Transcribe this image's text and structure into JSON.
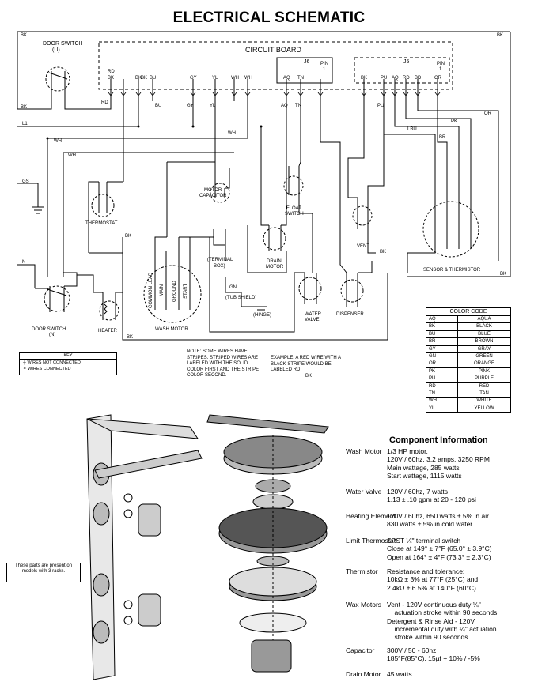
{
  "title": "ELECTRICAL SCHEMATIC",
  "schematic": {
    "circuit_board": "CIRCUIT BOARD",
    "connectors": {
      "j6": "J6",
      "j5": "J5",
      "pin": "PIN",
      "pin_num": "1"
    },
    "board_pins_left": [
      "RD",
      "BK",
      "BK",
      "BK",
      "BU"
    ],
    "board_pins_mid": [
      "GY",
      "YL",
      "WH",
      "WH"
    ],
    "board_pins_j6": [
      "AQ",
      "TN",
      "PIN 1"
    ],
    "board_pins_j5": [
      "BK",
      "PU",
      "AQ",
      "RD",
      "BD",
      "OR"
    ],
    "components": {
      "door_switch_u": "DOOR SWITCH",
      "door_switch_u_sub": "(U)",
      "door_switch_n": "DOOR SWITCH",
      "door_switch_n_sub": "(N)",
      "thermostat": "THERMOSTAT",
      "motor_capacitor": "MOTOR",
      "motor_capacitor_2": "CAPACITOR",
      "float_switch": "FLOAT",
      "float_switch_2": "SWITCH",
      "vent": "VENT",
      "sensor_thermistor": "SENSOR & THERMISTOR",
      "drain_motor": "DRAIN",
      "drain_motor_2": "MOTOR",
      "terminal_box": "(TERMINAL",
      "terminal_box_2": "BOX)",
      "tub_shield": "(TUB SHIELD)",
      "hinge": "(HINGE)",
      "wash_motor": "WASH MOTOR",
      "heater": "HEATER",
      "water_valve": "WATER",
      "water_valve_2": "VALVE",
      "dispenser": "DISPENSER"
    },
    "motor_windings": [
      "COMMON LEAD",
      "MAIN",
      "GROUND",
      "START"
    ],
    "line_labels": {
      "l1": "L1",
      "gs": "GS",
      "n": "N",
      "bk": "BK"
    },
    "wire_tags": [
      "BK",
      "WH",
      "RD",
      "BU",
      "GY",
      "YL",
      "WH",
      "AQ",
      "TN",
      "PU",
      "OR",
      "GN",
      "PK",
      "BR",
      "LBU"
    ]
  },
  "color_code": {
    "heading": "COLOR CODE",
    "rows": [
      {
        "code": "AQ",
        "name": "AQUA"
      },
      {
        "code": "BK",
        "name": "BLACK"
      },
      {
        "code": "BU",
        "name": "BLUE"
      },
      {
        "code": "BR",
        "name": "BROWN"
      },
      {
        "code": "GY",
        "name": "GRAY"
      },
      {
        "code": "GN",
        "name": "GREEN"
      },
      {
        "code": "OR",
        "name": "ORANGE"
      },
      {
        "code": "PK",
        "name": "PINK"
      },
      {
        "code": "PU",
        "name": "PURPLE"
      },
      {
        "code": "RD",
        "name": "RED"
      },
      {
        "code": "TN",
        "name": "TAN"
      },
      {
        "code": "WH",
        "name": "WHITE"
      },
      {
        "code": "YL",
        "name": "YELLOW"
      }
    ]
  },
  "key": {
    "heading": "KEY",
    "not_connected": "WIRES NOT CONNECTED",
    "connected": "WIRES CONNECTED"
  },
  "notes": {
    "note_lines": [
      "NOTE:  SOME WIRES HAVE",
      "STRIPES.  STRIPED WIRES ARE",
      "LABELED WITH THE SOLID",
      "COLOR FIRST AND THE STRIPE",
      "COLOR SECOND."
    ],
    "example_lines": [
      "EXAMPLE:  A RED WIRE WITH A",
      "BLACK STRIPE WOULD BE",
      "LABELED RD"
    ],
    "example_stripe": "BK"
  },
  "callout": "These parts are present on models with 3 racks.",
  "component_info": {
    "heading": "Component Information",
    "items": [
      {
        "name": "Wash Motor",
        "spec": "1/3 HP motor,\n120V / 60hz, 3.2 amps, 3250 RPM\nMain wattage, 285 watts\nStart wattage, 1115 watts"
      },
      {
        "name": "Water Valve",
        "spec": "120V / 60hz, 7 watts\n1.13 ± .10 gpm at 20 - 120 psi"
      },
      {
        "name": "Heating Element",
        "spec": "120V / 60hz, 650 watts ± 5% in air\n830 watts ± 5% in cold water"
      },
      {
        "name": "Limit Thermostat",
        "spec": "SPST ¼\" terminal switch\nClose at 149° ± 7°F (65.0° ± 3.9°C)\nOpen at 164° ± 4°F (73.3° ± 2.3°C)"
      },
      {
        "name": "Thermistor",
        "spec": "Resistance and tolerance:\n10kΩ ± 3% at 77°F (25°C) and\n2.4kΩ ± 6.5% at 140°F (60°C)"
      },
      {
        "name": "Wax Motors",
        "spec": "Vent - 120V continuous duty ¼\"\n    actuation stroke within 90 seconds\nDetergent & Rinse Aid - 120V\n    incremental duty with ¼\" actuation\n    stroke within 90 seconds"
      },
      {
        "name": "Capacitor",
        "spec": "300V / 50 - 60hz\n185°F(85°C), 15µf + 10% / -5%"
      },
      {
        "name": "Drain Motor",
        "spec": "45 watts"
      }
    ]
  }
}
